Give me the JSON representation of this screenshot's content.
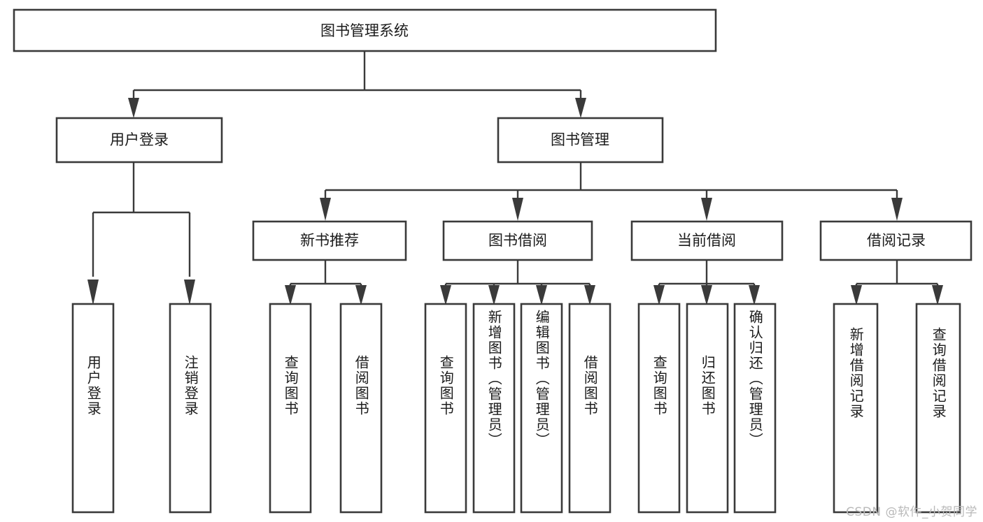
{
  "diagram": {
    "title": "图书管理系统",
    "type": "tree-hierarchy",
    "watermark": "CSDN @软件_小贺同学",
    "root": {
      "id": "root",
      "label": "图书管理系统"
    },
    "level2": [
      {
        "id": "user-login",
        "label": "用户登录"
      },
      {
        "id": "book-manage",
        "label": "图书管理"
      }
    ],
    "level3": [
      {
        "id": "new-book-recommend",
        "label": "新书推荐"
      },
      {
        "id": "book-borrow",
        "label": "图书借阅"
      },
      {
        "id": "current-borrow",
        "label": "当前借阅"
      },
      {
        "id": "borrow-record",
        "label": "借阅记录"
      }
    ],
    "leaves": {
      "user_login": [
        {
          "id": "leaf-user-login",
          "label": "用户登录"
        },
        {
          "id": "leaf-logout",
          "label": "注销登录"
        }
      ],
      "new_book_recommend": [
        {
          "id": "leaf-query-book-1",
          "label": "查询图书"
        },
        {
          "id": "leaf-borrow-book-1",
          "label": "借阅图书"
        }
      ],
      "book_borrow": [
        {
          "id": "leaf-query-book-2",
          "label": "查询图书"
        },
        {
          "id": "leaf-add-book",
          "label": "新增图书（管理员）"
        },
        {
          "id": "leaf-edit-book",
          "label": "编辑图书（管理员）"
        },
        {
          "id": "leaf-borrow-book-2",
          "label": "借阅图书"
        }
      ],
      "current_borrow": [
        {
          "id": "leaf-query-book-3",
          "label": "查询图书"
        },
        {
          "id": "leaf-return-book",
          "label": "归还图书"
        },
        {
          "id": "leaf-confirm-return",
          "label": "确认归还（管理员）"
        }
      ],
      "borrow_record": [
        {
          "id": "leaf-add-record",
          "label": "新增借阅记录"
        },
        {
          "id": "leaf-query-record",
          "label": "查询借阅记录"
        }
      ]
    },
    "colors": {
      "stroke": "#3a3a3a",
      "fill": "#ffffff",
      "text": "#1b1b1b",
      "watermark": "#b9b9b9"
    }
  }
}
